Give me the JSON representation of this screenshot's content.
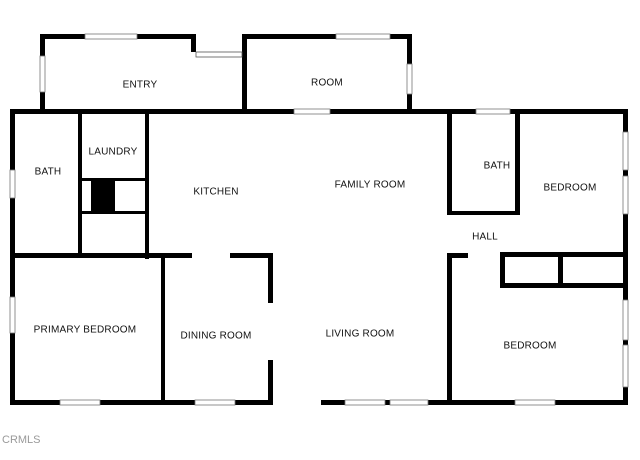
{
  "colors": {
    "wall": "#000000",
    "window": "#cfcfcf",
    "background": "#ffffff",
    "watermark": "#9a9a9a"
  },
  "rooms": {
    "entry": "ENTRY",
    "room": "ROOM",
    "bath_left": "BATH",
    "laundry": "LAUNDRY",
    "kitchen": "KITCHEN",
    "family_room": "FAMILY ROOM",
    "bath_right": "BATH",
    "bedroom_top": "BEDROOM",
    "hall": "HALL",
    "primary_bedroom": "PRIMARY BEDROOM",
    "dining_room": "DINING ROOM",
    "living_room": "LIVING ROOM",
    "bedroom_bottom": "BEDROOM"
  },
  "watermark": "CRMLS"
}
